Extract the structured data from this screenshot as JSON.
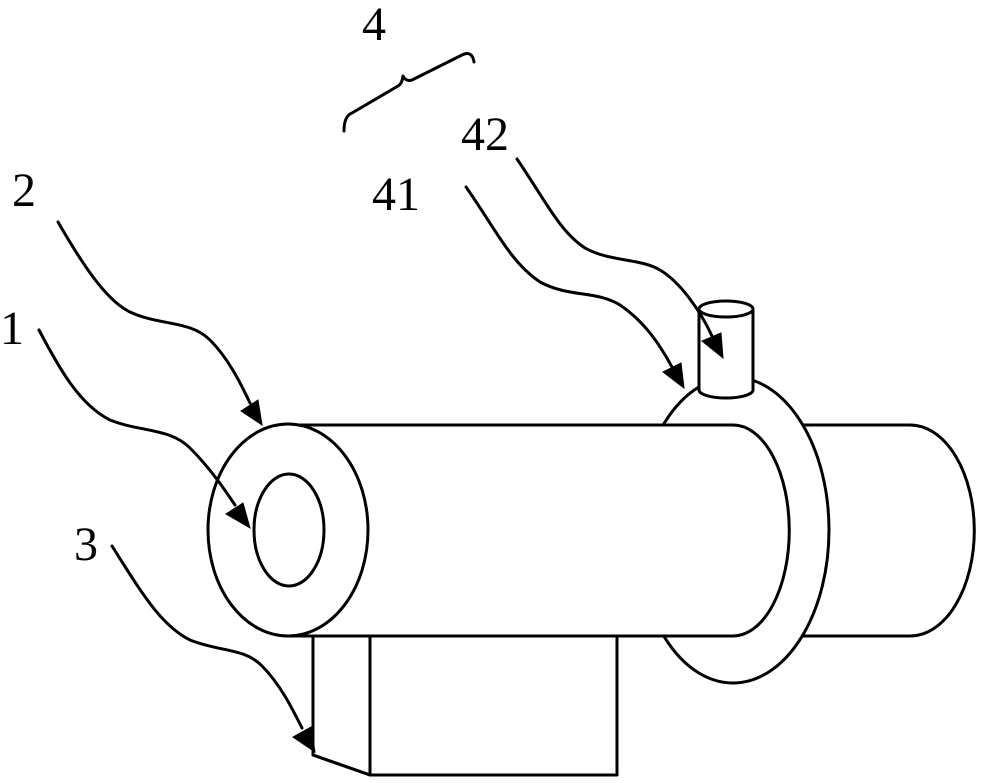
{
  "labels": {
    "part_1": "1",
    "part_2": "2",
    "part_3": "3",
    "part_4": "4",
    "part_41": "41",
    "part_42": "42"
  }
}
